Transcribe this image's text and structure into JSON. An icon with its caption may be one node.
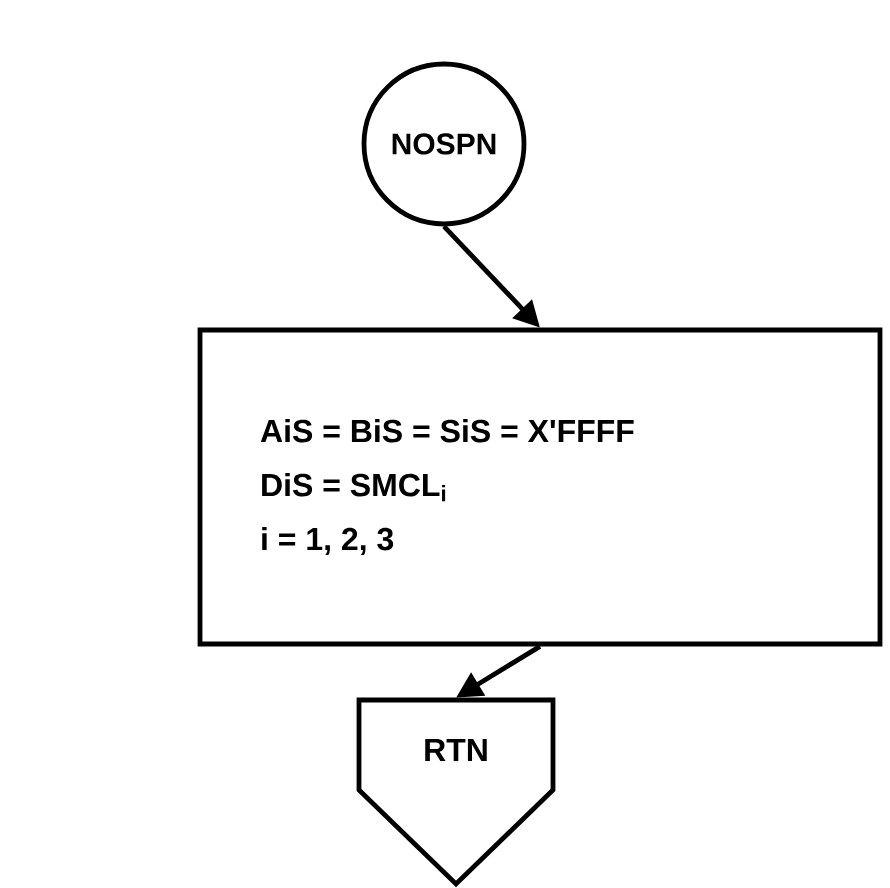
{
  "diagram": {
    "nodes": [
      {
        "text": [
          "NOSPN"
        ]
      },
      {
        "text": [
          "AiS = BiS = SiS = X'FFFF",
          "DiS = SMCL$_{i}$",
          "i = 1, 2, 3"
        ]
      },
      {
        "text": [
          "RTN"
        ]
      }
    ],
    "edges": [
      {
        "from": 0,
        "to": 1,
        "arrow": "to"
      },
      {
        "from": 1,
        "to": 2,
        "arrow": "to"
      }
    ]
  }
}
